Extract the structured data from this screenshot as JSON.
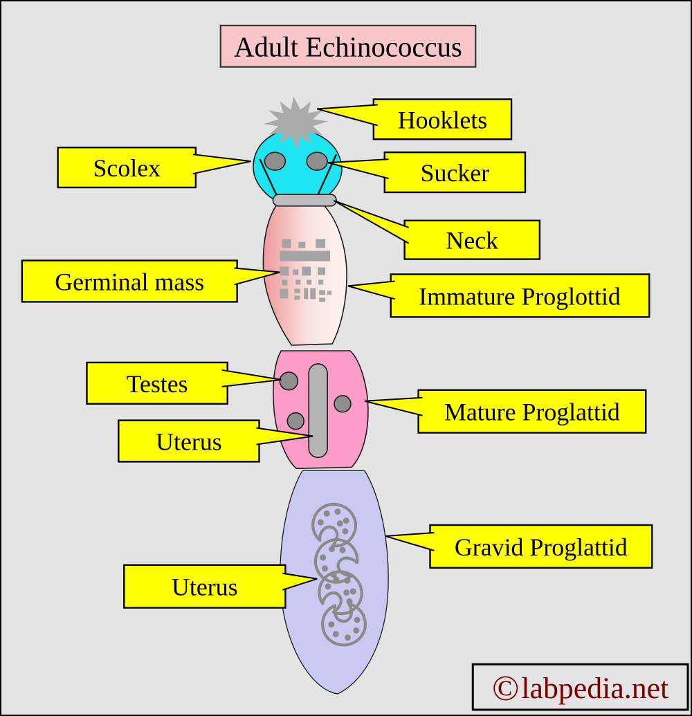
{
  "title": {
    "text": "Adult Echinococcus"
  },
  "labels": {
    "hooklets": "Hooklets",
    "scolex": "Scolex",
    "sucker": "Sucker",
    "neck": "Neck",
    "germinal_mass": "Germinal mass",
    "immature_proglottid": "Immature Proglottid",
    "testes": "Testes",
    "uterus_mature": "Uterus",
    "mature_proglottid": "Mature Proglattid",
    "gravid_proglottid": "Gravid Proglattid",
    "uterus_gravid": "Uterus"
  },
  "watermark": {
    "symbol": "©",
    "site": "labpedia.net"
  },
  "colors": {
    "background": "#e4e4e4",
    "label_yellow": "#ffff00",
    "title_pink": "#f9c6c9",
    "scolex_cyan": "#1fe4f2",
    "hooklets_gray": "#ababab",
    "neck_gray": "#bdbdbd",
    "immature_dark": "#ee9898",
    "immature_mid": "#fae4e1",
    "immature_light": "#fdf4f1",
    "mature_pink": "#fb9dc7",
    "gravid_lavender": "#cac9f2",
    "organ_gray": "#8f8f8f",
    "uterus_bar_gray": "#b5b5b5",
    "germinal_gray": "#a5a5a5",
    "organ_outline_gray": "#8a8a8a",
    "watermark_text": "#7a0000"
  }
}
